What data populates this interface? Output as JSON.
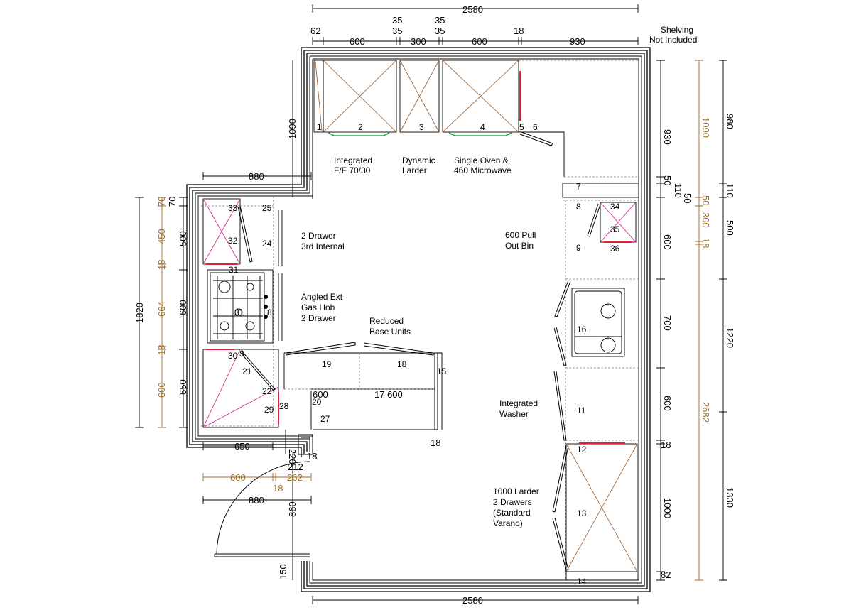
{
  "note": {
    "line1": "Shelving",
    "line2": "Not Included"
  },
  "labels": {
    "fridge_1": "Integrated",
    "fridge_2": "F/F 70/30",
    "larder_1": "Dynamic",
    "larder_2": "Larder",
    "oven_1": "Single Oven  &",
    "oven_2": "460 Microwave",
    "drawer_1": "2 Drawer",
    "drawer_2": "3rd Internal",
    "hob_1": "Angled Ext",
    "hob_2": "Gas Hob",
    "hob_3": "2 Drawer",
    "reduced_1": "Reduced",
    "reduced_2": "Base Units",
    "bin_1": "600 Pull",
    "bin_2": "Out Bin",
    "washer_1": "Integrated",
    "washer_2": "Washer",
    "tall_1": "1000 Larder",
    "tall_2": "2 Drawers",
    "tall_3": "(Standard",
    "tall_4": "Varano)"
  },
  "units": {
    "u1": "1",
    "u2": "2",
    "u3": "3",
    "u4": "4",
    "u5": "5",
    "u6": "6",
    "u7": "7",
    "u8": "8",
    "u9": "9",
    "u11": "11",
    "u12": "12",
    "u13": "13",
    "u14": "14",
    "u15": "15",
    "u16": "16",
    "u17": "17",
    "u18": "18",
    "u19": "19",
    "u20": "20",
    "u21": "21",
    "u22": "22",
    "u24": "24",
    "u25": "25",
    "u27": "27",
    "u28": "28",
    "u29": "29",
    "u30": "30",
    "u31": "31",
    "u32": "32",
    "u33": "33",
    "u34": "34",
    "u35": "35",
    "u36": "36",
    "u_hob_31": "31",
    "u_hob_3": "3",
    "u_hob_8": "8"
  },
  "dims": {
    "top_total": "2580",
    "top_62": "62",
    "top_600a": "600",
    "top_35a_1": "35",
    "top_35a_2": "35",
    "top_300": "300",
    "top_35b_1": "35",
    "top_35b_2": "35",
    "top_600b": "600",
    "top_18": "18",
    "top_930": "930",
    "left_1090": "1090",
    "left_880": "880",
    "outer_left_1820": "1820",
    "outer_left_70": "70",
    "outer_left_450": "450",
    "outer_left_18a": "18",
    "outer_left_664": "664",
    "outer_left_18b": "18",
    "outer_left_600": "600",
    "inner_left_70": "70",
    "inner_left_500": "500",
    "inner_left_600": "600",
    "inner_left_650": "650",
    "bottom_650": "650",
    "bottom_220": "220",
    "bottom_18": "18",
    "bottom_212": "212",
    "bottom_600": "600",
    "bottom_262": "262",
    "bottom_18b": "18",
    "bottom_880": "880",
    "bottom_860": "860",
    "bottom_150": "150",
    "bottom_total": "2580",
    "mid_600a": "600",
    "mid_600b": "17 600",
    "mid_18": "18",
    "right_930": "930",
    "right_50": "50",
    "right_110": "110",
    "right_50b": "50",
    "right_600a": "600",
    "right_700": "700",
    "right_600b": "600",
    "right_18": "18",
    "right_1000": "1000",
    "right_82": "82",
    "far_1090": "1090",
    "far_50": "50",
    "far_300": "300",
    "far_18": "18",
    "far_2682": "2682",
    "outer_980": "980",
    "outer_110": "110",
    "outer_500": "500",
    "outer_1220": "1220",
    "outer_1330": "1330"
  }
}
